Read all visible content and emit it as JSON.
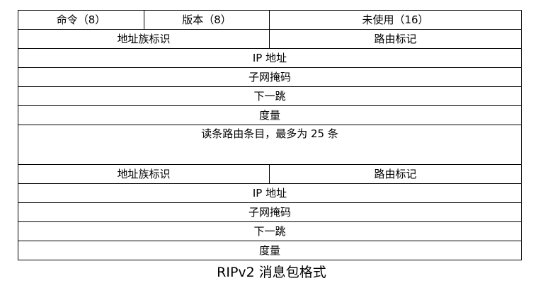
{
  "rows": [
    {
      "cells": [
        {
          "text": "命令（8）",
          "name": "command-field"
        },
        {
          "text": "版本（8）",
          "name": "version-field"
        },
        {
          "text": "未使用（16）",
          "name": "unused-field"
        }
      ]
    },
    {
      "cells": [
        {
          "text": "地址族标识",
          "name": "address-family-field"
        },
        {
          "text": "路由标记",
          "name": "route-tag-field"
        }
      ]
    },
    {
      "cells": [
        {
          "text": "IP 地址",
          "name": "ip-address-field"
        }
      ]
    },
    {
      "cells": [
        {
          "text": "子网掩码",
          "name": "subnet-mask-field"
        }
      ]
    },
    {
      "cells": [
        {
          "text": "下一跳",
          "name": "next-hop-field"
        }
      ]
    },
    {
      "cells": [
        {
          "text": "度量",
          "name": "metric-field"
        }
      ]
    },
    {
      "cells": [
        {
          "text": "读条路由条目，最多为 25 条",
          "name": "route-entry-repeat-note"
        }
      ]
    },
    {
      "cells": [
        {
          "text": "地址族标识",
          "name": "address-family-field"
        },
        {
          "text": "路由标记",
          "name": "route-tag-field"
        }
      ]
    },
    {
      "cells": [
        {
          "text": "IP 地址",
          "name": "ip-address-field"
        }
      ]
    },
    {
      "cells": [
        {
          "text": "子网掩码",
          "name": "subnet-mask-field"
        }
      ]
    },
    {
      "cells": [
        {
          "text": "下一跳",
          "name": "next-hop-field"
        }
      ]
    },
    {
      "cells": [
        {
          "text": "度量",
          "name": "metric-field"
        }
      ]
    }
  ],
  "caption": "RIPv2 消息包格式"
}
